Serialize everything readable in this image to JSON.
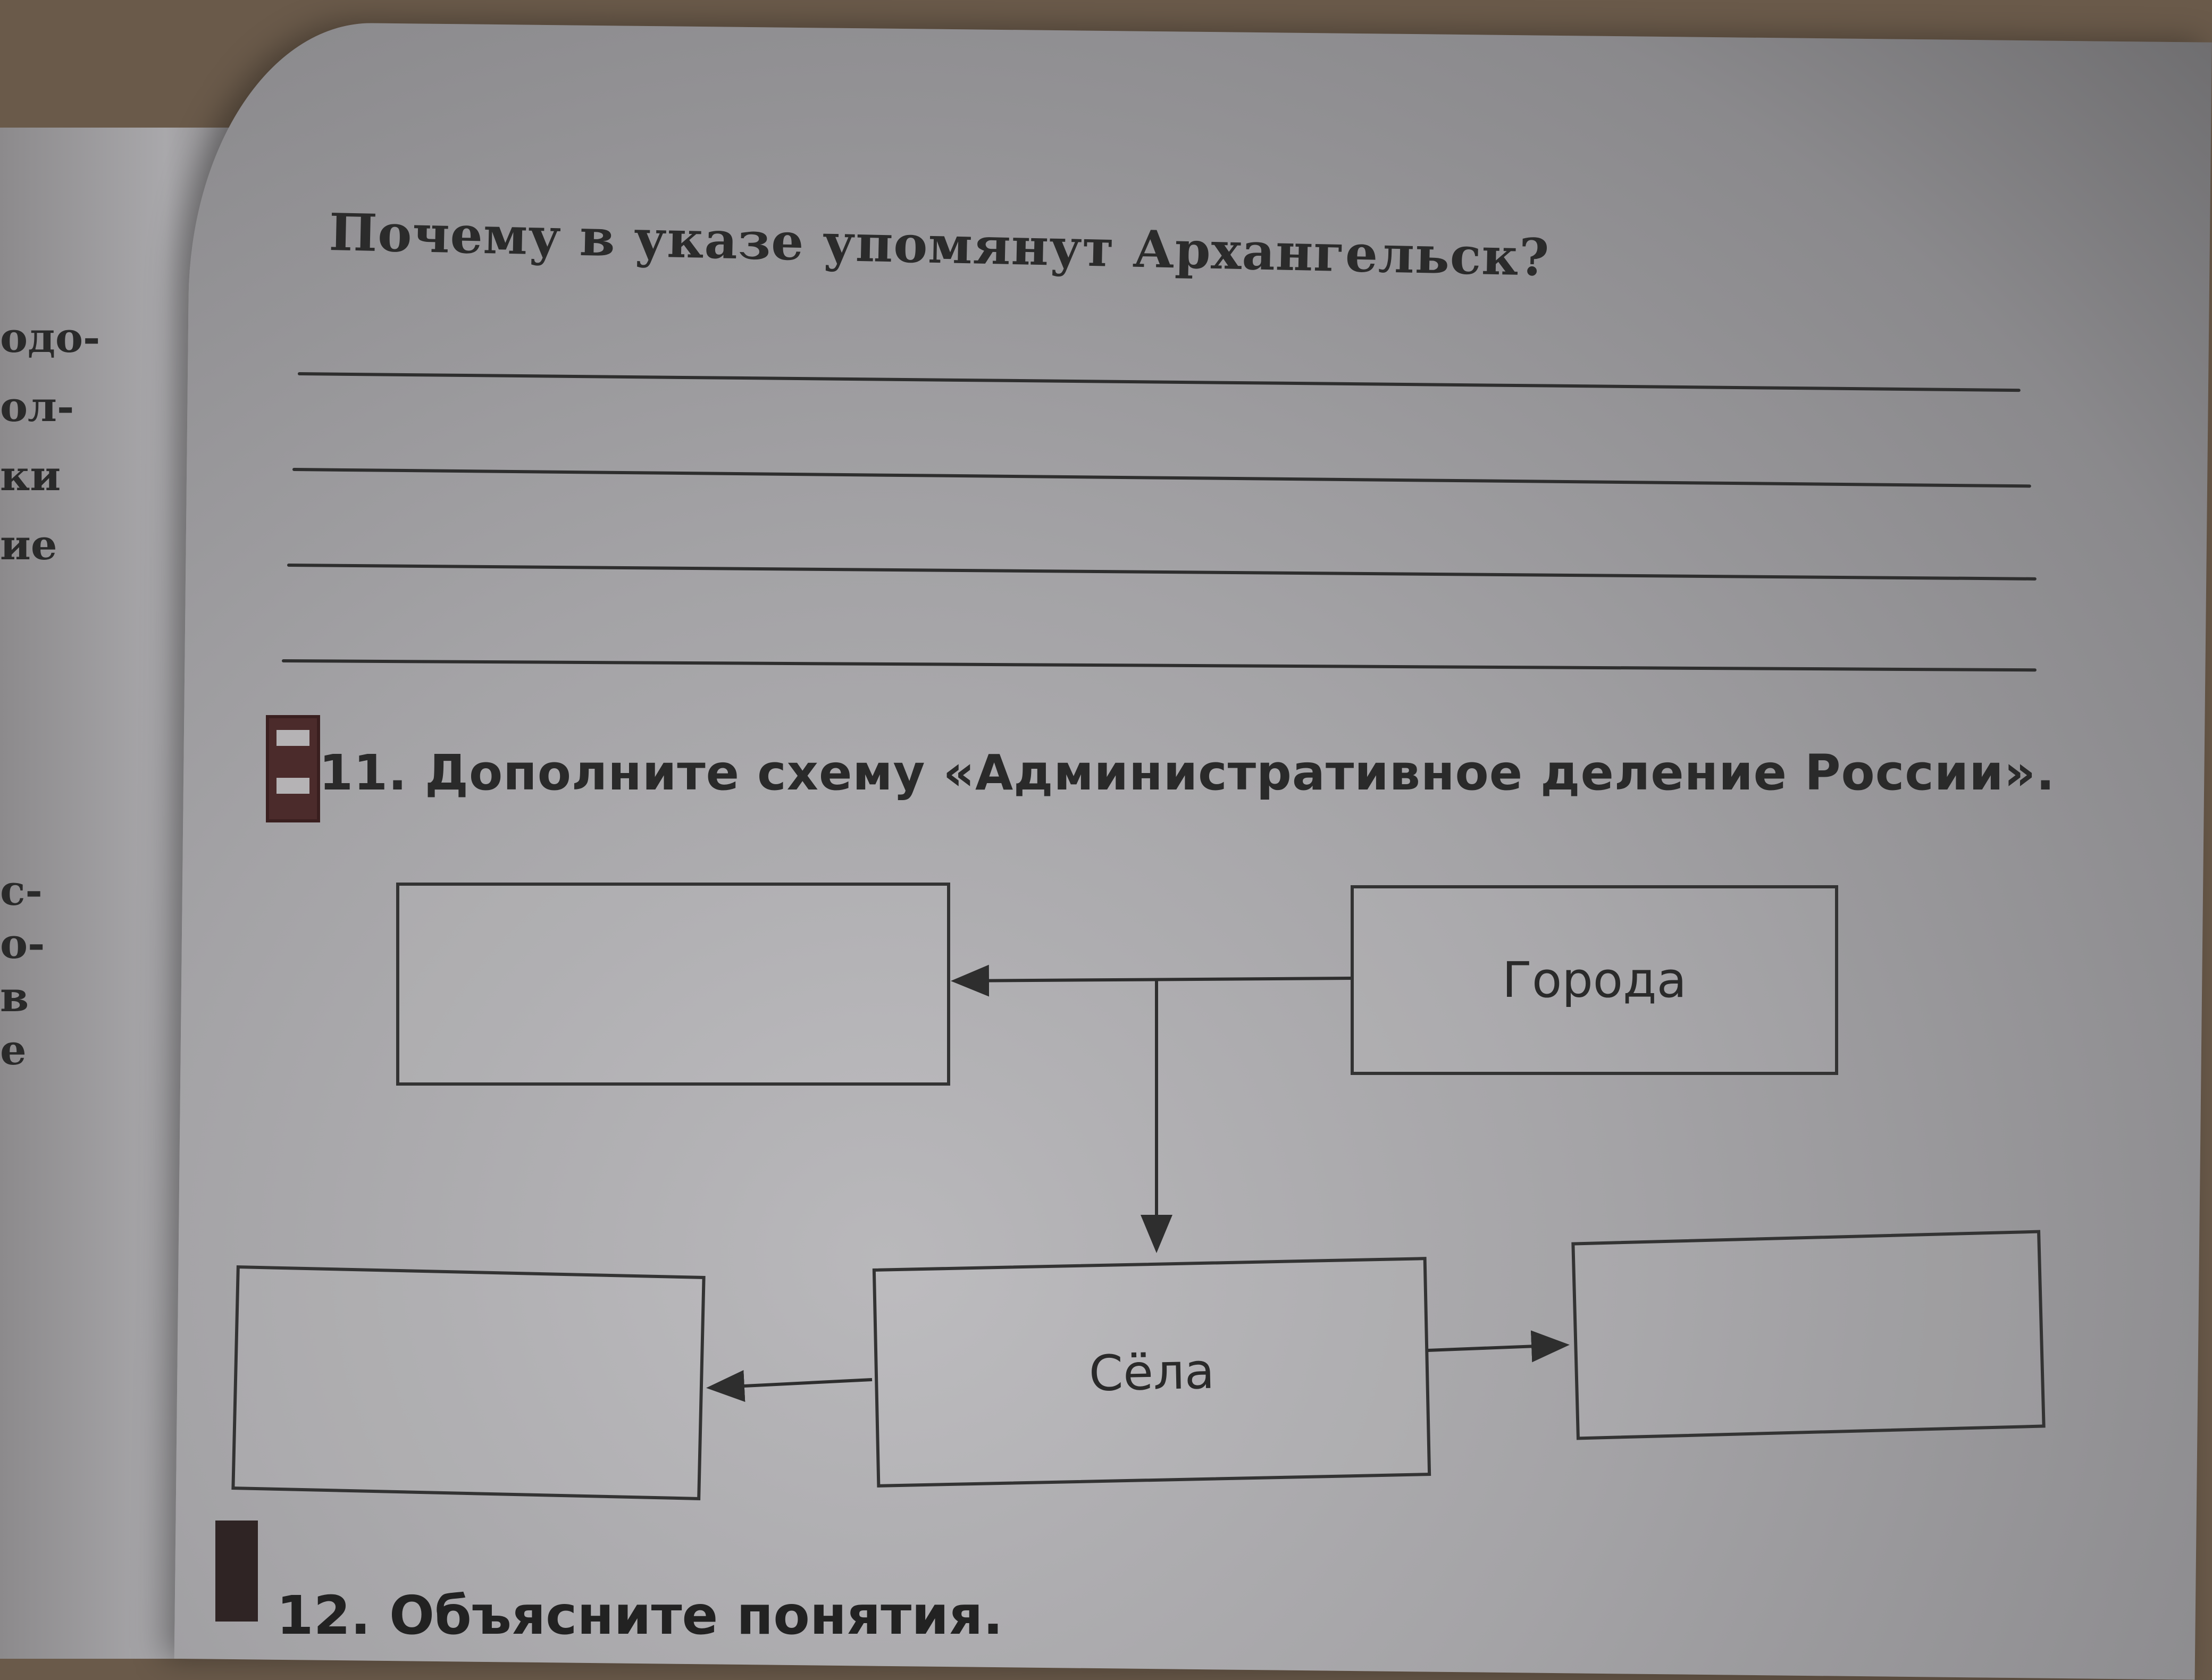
{
  "left_page": {
    "fragments": [
      "одо-",
      "ол-",
      "ки",
      "ие",
      "с-",
      "о-",
      "в",
      "е"
    ]
  },
  "question": "Почему в указе упомянут Архангельск?",
  "task": {
    "number_title": "11. Дополните схему «Административное деление России»."
  },
  "diagram": {
    "boxes": [
      {
        "id": "top-left",
        "label": ""
      },
      {
        "id": "top-right",
        "label": "Города"
      },
      {
        "id": "bottom-left",
        "label": ""
      },
      {
        "id": "bottom-center",
        "label": "Сёла"
      },
      {
        "id": "bottom-right",
        "label": ""
      }
    ]
  },
  "next_task": "12. Объясните понятия."
}
